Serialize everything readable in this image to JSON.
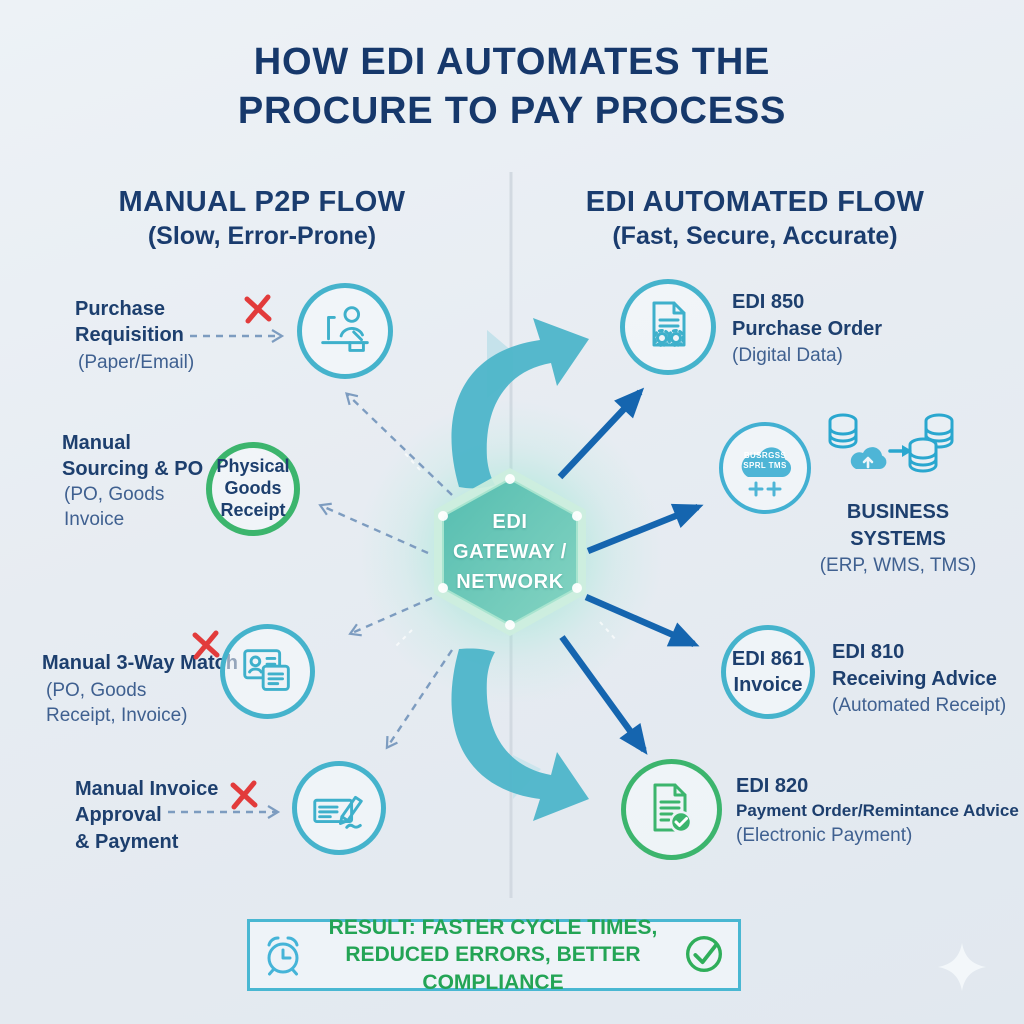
{
  "title": "HOW EDI AUTOMATES THE\nPROCURE TO PAY PROCESS",
  "left_column": {
    "header": "MANUAL P2P FLOW",
    "subheader": "(Slow, Error-Prone)"
  },
  "right_column": {
    "header": "EDI AUTOMATED FLOW",
    "subheader": "(Fast, Secure, Accurate)"
  },
  "manual": {
    "steps": [
      {
        "label": "Purchase\nRequisition",
        "note": "(Paper/Email)",
        "icon": "person-at-desk-icon"
      },
      {
        "label": "Manual\nSourcing & PO",
        "note": "(PO, Goods\nInvoice",
        "badge": "Physical\nGoods\nReceipt"
      },
      {
        "label": "Manual 3-Way Match",
        "note": "(PO, Goods\nReceipt, Invoice)",
        "icon": "id-cards-icon"
      },
      {
        "label": "Manual Invoice\nApproval\n& Payment",
        "icon": "check-signing-icon"
      }
    ]
  },
  "gateway": {
    "label": "EDI\nGATEWAY /\nNETWORK"
  },
  "edi": {
    "steps": [
      {
        "code": "EDI 850",
        "name": "Purchase Order",
        "note": "(Digital Data)",
        "icon": "document-gears-icon"
      },
      {
        "cloud_label": "BUSRGSS\nSPRL TMS",
        "name": "BUSINESS SYSTEMS",
        "note": "(ERP, WMS, TMS)",
        "icon": "cloud-icon"
      },
      {
        "circle_label": "EDI 861\nInvoice",
        "code": "EDI 810",
        "name": "Receiving Advice",
        "note": "(Automated Receipt)"
      },
      {
        "code": "EDI 820",
        "name": "Payment Order/Remintance Advice",
        "note": "(Electronic Payment)",
        "icon": "document-check-icon"
      }
    ]
  },
  "result": {
    "text": "RESULT: FASTER CYCLE TIMES,\nREDUCED ERRORS, BETTER COMPLIANCE"
  },
  "colors": {
    "background": "#e8edf2",
    "navy_text": "#1d3f6e",
    "note_blue": "#3f6090",
    "teal_accent": "#45b3cc",
    "green_accent": "#3cb56d",
    "red_x": "#e23b3b",
    "solid_arrow_blue": "#1565af",
    "dashed_arrow_blue": "#7d9cc0",
    "result_green": "#23a455",
    "hexagon_teal": "#6cc7b7"
  }
}
